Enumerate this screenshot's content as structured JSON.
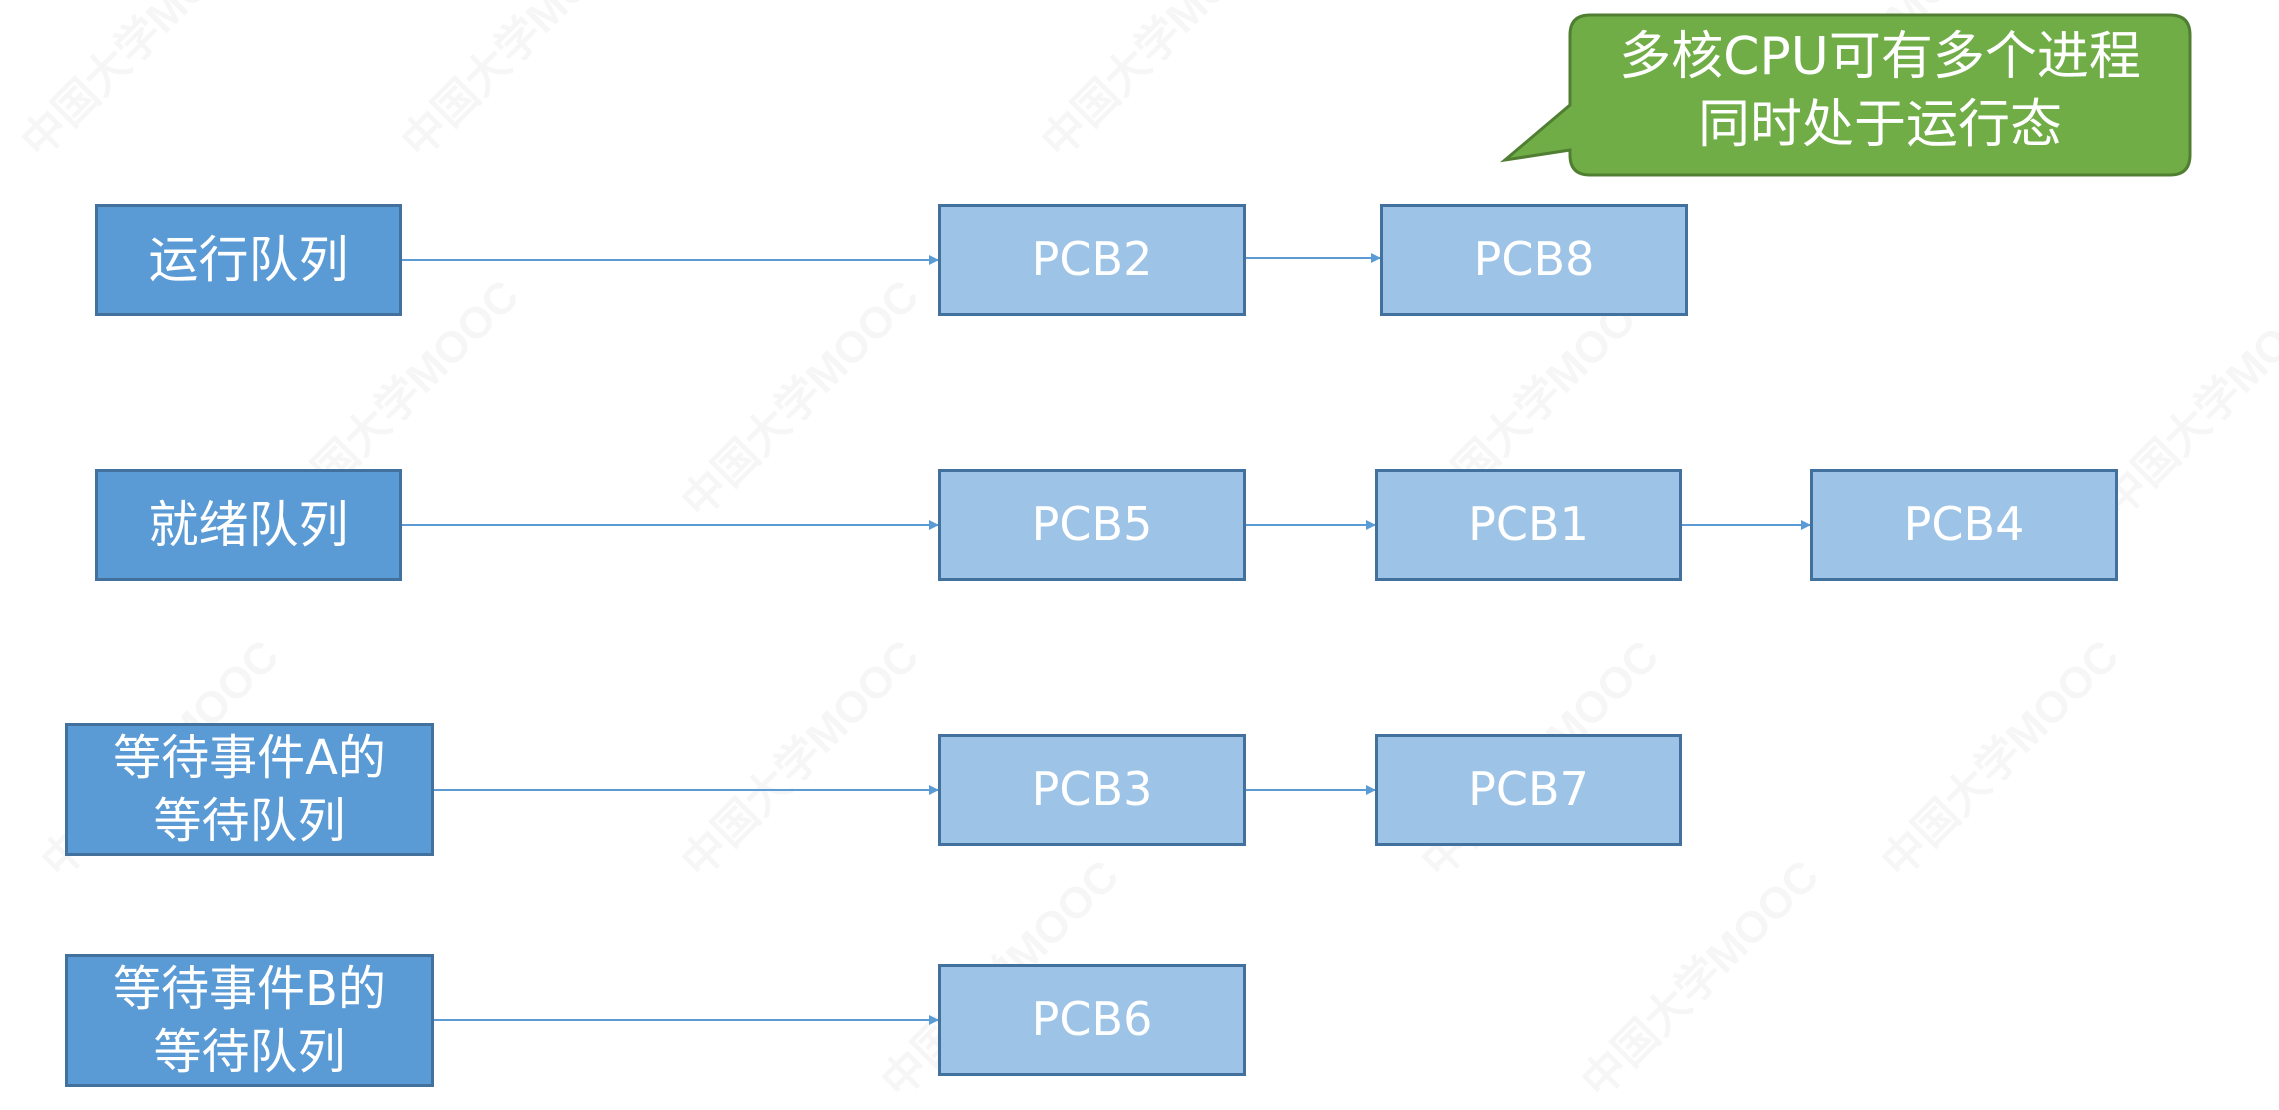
{
  "queues": [
    {
      "id": "running",
      "label": "运行队列"
    },
    {
      "id": "ready",
      "label": "就绪队列"
    },
    {
      "id": "wait-a",
      "line1": "等待事件A的",
      "line2": "等待队列"
    },
    {
      "id": "wait-b",
      "line1": "等待事件B的",
      "line2": "等待队列"
    }
  ],
  "pcbs": {
    "running": [
      "PCB2",
      "PCB8"
    ],
    "ready": [
      "PCB5",
      "PCB1",
      "PCB4"
    ],
    "wait_a": [
      "PCB3",
      "PCB7"
    ],
    "wait_b": [
      "PCB6"
    ]
  },
  "callout": {
    "line1": "多核CPU可有多个进程",
    "line2": "同时处于运行态"
  },
  "colors": {
    "queue_fill": "#5b9bd5",
    "pcb_fill": "#9dc3e6",
    "border": "#41719c",
    "arrow": "#5b9bd5",
    "callout_fill": "#70ad47",
    "callout_border": "#507e32"
  }
}
